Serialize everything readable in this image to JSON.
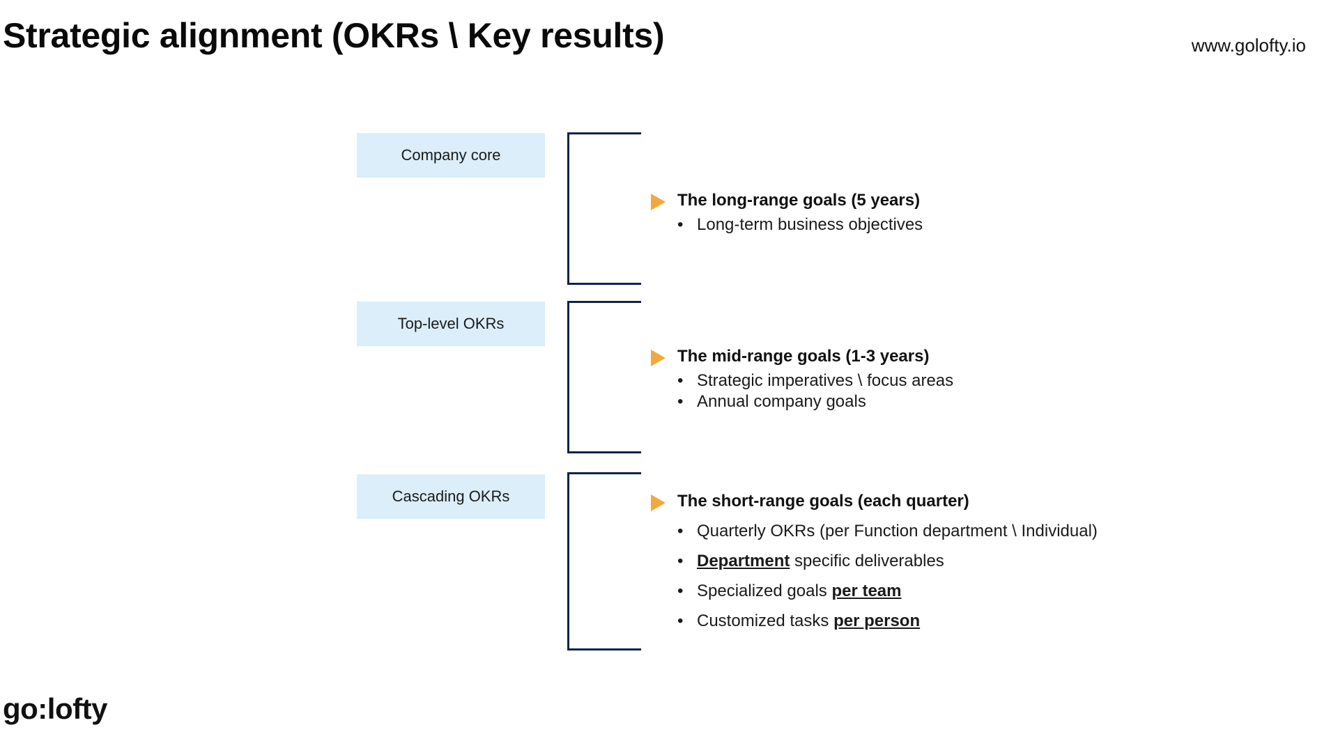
{
  "title": "Strategic alignment (OKRs \\ Key results)",
  "url": "www.golofty.io",
  "logo": "go:lofty",
  "colors": {
    "box_fill": "#dbeef9",
    "bracket": "#14214a",
    "arrow": "#f2a93b"
  },
  "levels": [
    {
      "label": "Company core",
      "heading": "The long-range goals (5 years)",
      "bullets": [
        "Long-term business objectives"
      ]
    },
    {
      "label": "Top-level OKRs",
      "heading": "The mid-range goals (1-3 years)",
      "bullets": [
        "Strategic imperatives \\ focus areas",
        "Annual company goals"
      ]
    },
    {
      "label": "Cascading OKRs",
      "heading": "The short-range goals (each quarter)",
      "bullets": [
        {
          "text": "Quarterly OKRs (per Function department \\ Individual)"
        },
        {
          "pre": "",
          "link": "Department",
          "post": " specific deliverables"
        },
        {
          "pre": "Specialized goals ",
          "link": "per team",
          "post": ""
        },
        {
          "pre": "Customized tasks ",
          "link": "per person",
          "post": ""
        }
      ]
    }
  ]
}
